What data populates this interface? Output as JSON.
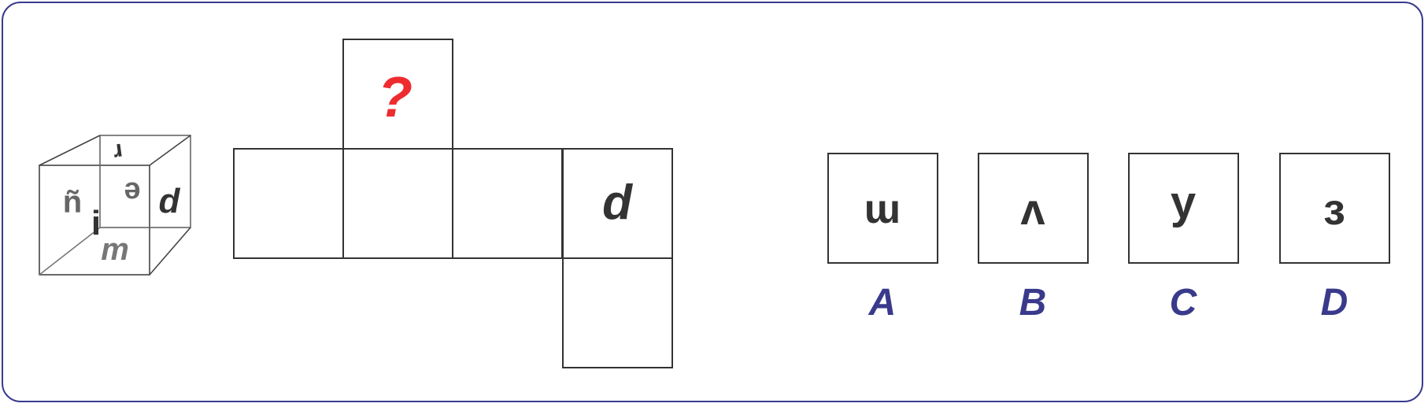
{
  "colors": {
    "frame": "#3b3b8f",
    "line": "#333333",
    "cube_line": "#555555",
    "glyph_dark": "#333333",
    "glyph_gray": "#666666",
    "question": "#ee2b2f",
    "option_label": "#3a3a8c"
  },
  "cube": {
    "top_glyph": "ɹ",
    "back_glyph": "ə",
    "front_glyph": "ñ",
    "right_glyph": "d",
    "bottom_glyph": "m",
    "edge_glyph": "i"
  },
  "net": {
    "question_mark": "?",
    "known_face": "d"
  },
  "options": [
    {
      "letter": "A",
      "glyph": "ɯ"
    },
    {
      "letter": "B",
      "glyph": "ʌ"
    },
    {
      "letter": "C",
      "glyph": "y"
    },
    {
      "letter": "D",
      "glyph": "ɜ"
    }
  ]
}
